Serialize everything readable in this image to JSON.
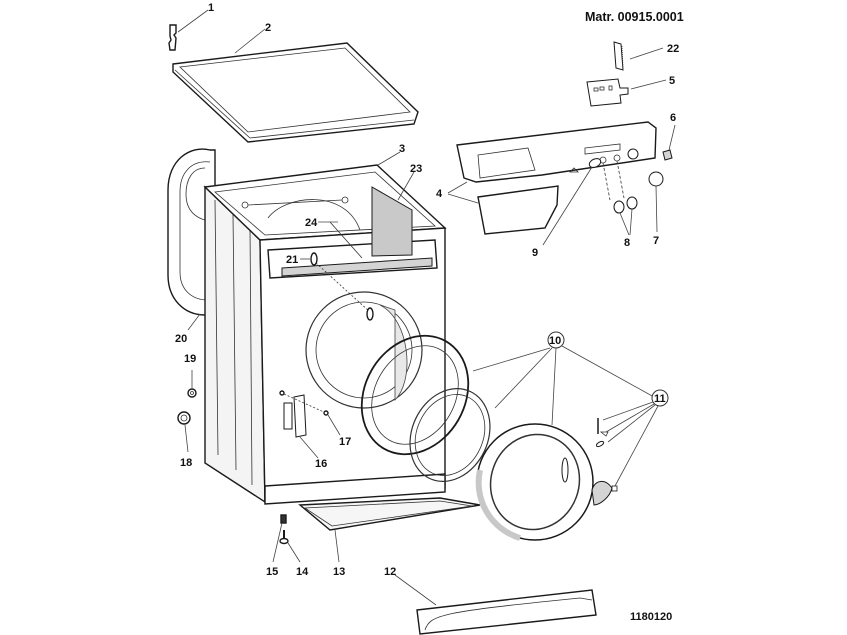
{
  "header": {
    "matr_label": "Matr. 00915.0001",
    "figure_code": "1180120"
  },
  "callouts": [
    {
      "id": "1",
      "part": "hinge-clip"
    },
    {
      "id": "2",
      "part": "top-cover"
    },
    {
      "id": "3",
      "part": "cabinet"
    },
    {
      "id": "4",
      "part": "control-panel-and-dispenser-front"
    },
    {
      "id": "5",
      "part": "electronic-board"
    },
    {
      "id": "6",
      "part": "indicator-lens"
    },
    {
      "id": "7",
      "part": "selector-knob"
    },
    {
      "id": "8",
      "part": "push-buttons"
    },
    {
      "id": "9",
      "part": "light-pipe"
    },
    {
      "id": "10",
      "part": "door-assembly"
    },
    {
      "id": "11",
      "part": "door-handle-kit"
    },
    {
      "id": "12",
      "part": "kickplate"
    },
    {
      "id": "13",
      "part": "base-frame"
    },
    {
      "id": "14",
      "part": "adjustable-foot"
    },
    {
      "id": "15",
      "part": "foot-nut"
    },
    {
      "id": "16",
      "part": "door-interlock"
    },
    {
      "id": "17",
      "part": "screw"
    },
    {
      "id": "18",
      "part": "hose-clip"
    },
    {
      "id": "19",
      "part": "grommet"
    },
    {
      "id": "20",
      "part": "back-panel"
    },
    {
      "id": "21",
      "part": "lamp"
    },
    {
      "id": "22",
      "part": "connector"
    },
    {
      "id": "23",
      "part": "side-bracket"
    },
    {
      "id": "24",
      "part": "front-crossbar"
    }
  ]
}
